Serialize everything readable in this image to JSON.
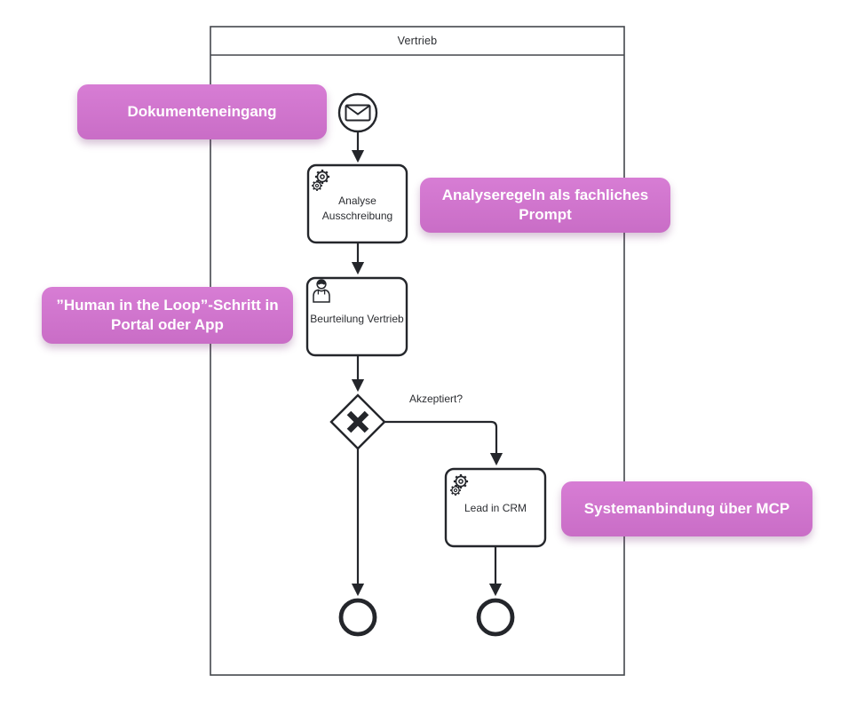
{
  "diagram": {
    "pool": {
      "title": "Vertrieb"
    },
    "nodes": {
      "start_event": {
        "type": "message-start-event",
        "icon": "envelope-icon"
      },
      "task_analyse": {
        "label": "Analyse Ausschreibung",
        "icon": "service-gears-icon"
      },
      "task_beurteilung": {
        "label": "Beurteilung Vertrieb",
        "icon": "user-icon"
      },
      "gateway_akzeptiert": {
        "type": "exclusive-gateway",
        "icon": "x-marker-icon"
      },
      "task_lead_crm": {
        "label": "Lead in CRM",
        "icon": "service-gears-icon"
      },
      "end_event_left": {
        "type": "end-event"
      },
      "end_event_right": {
        "type": "end-event"
      }
    },
    "edge_labels": {
      "gateway_out": "Akzeptiert?"
    },
    "annotations": {
      "dokumenteneingang": "Dokumenteneingang",
      "analyseregeln": "Analyseregeln als fachliches Prompt",
      "human_in_the_loop": "”Human in the Loop”-Schritt in Portal oder App",
      "systemanbindung": "Systemanbindung über MCP"
    },
    "colors": {
      "annotation_bg": "#d473d1",
      "annotation_text": "#ffffff",
      "stroke": "#24262b"
    }
  }
}
